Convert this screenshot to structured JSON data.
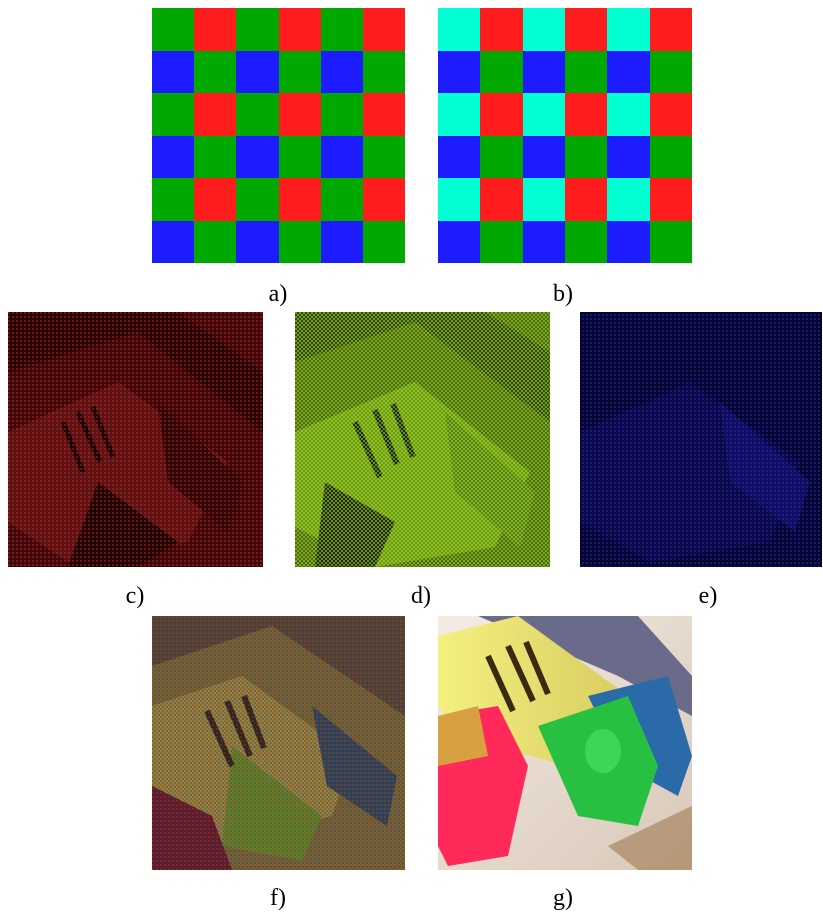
{
  "colors": {
    "red": "#ff1c1c",
    "green": "#00a800",
    "blue": "#1c1cff",
    "cyan": "#00ffd2"
  },
  "patterns": {
    "a": [
      [
        "green",
        "red",
        "green",
        "red",
        "green",
        "red"
      ],
      [
        "blue",
        "green",
        "blue",
        "green",
        "blue",
        "green"
      ],
      [
        "green",
        "red",
        "green",
        "red",
        "green",
        "red"
      ],
      [
        "blue",
        "green",
        "blue",
        "green",
        "blue",
        "green"
      ],
      [
        "green",
        "red",
        "green",
        "red",
        "green",
        "red"
      ],
      [
        "blue",
        "green",
        "blue",
        "green",
        "blue",
        "green"
      ]
    ],
    "b": [
      [
        "cyan",
        "red",
        "cyan",
        "red",
        "cyan",
        "red"
      ],
      [
        "blue",
        "green",
        "blue",
        "green",
        "blue",
        "green"
      ],
      [
        "cyan",
        "red",
        "cyan",
        "red",
        "cyan",
        "red"
      ],
      [
        "blue",
        "green",
        "blue",
        "green",
        "blue",
        "green"
      ],
      [
        "cyan",
        "red",
        "cyan",
        "red",
        "cyan",
        "red"
      ],
      [
        "blue",
        "green",
        "blue",
        "green",
        "blue",
        "green"
      ]
    ]
  },
  "captions": {
    "a": "a)",
    "b": "b)",
    "c": "c)",
    "d": "d)",
    "e": "e)",
    "f": "f)",
    "g": "g)"
  }
}
